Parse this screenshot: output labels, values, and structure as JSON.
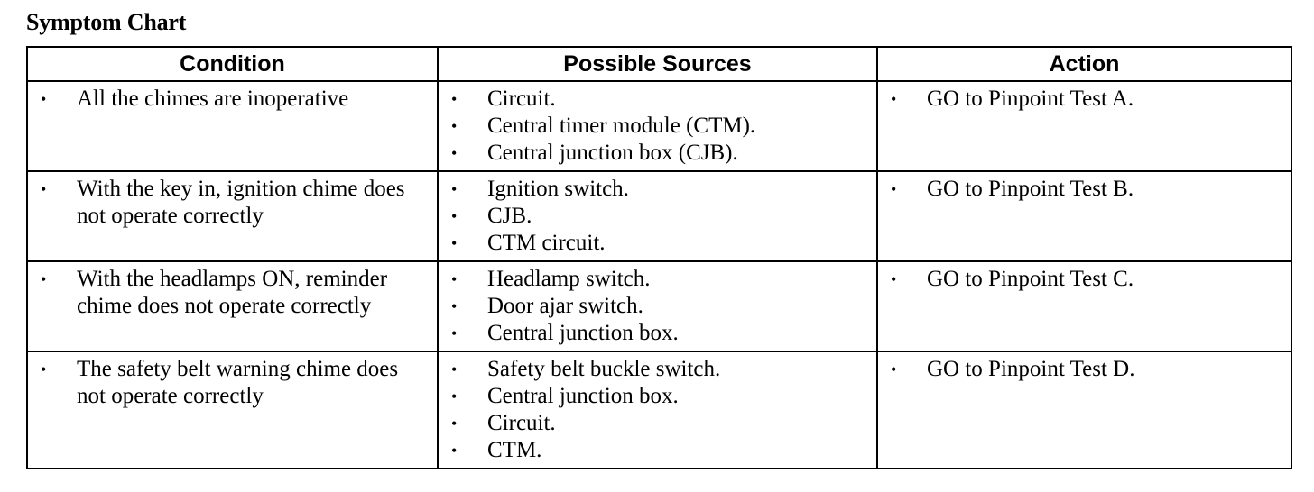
{
  "title": "Symptom Chart",
  "headers": {
    "condition": "Condition",
    "sources": "Possible Sources",
    "action": "Action"
  },
  "rows": [
    {
      "condition": "All the chimes are inoperative",
      "sources": [
        "Circuit.",
        "Central timer module (CTM).",
        "Central junction box (CJB)."
      ],
      "action": "GO to Pinpoint Test A."
    },
    {
      "condition": "With the key in, ignition chime does not operate correctly",
      "sources": [
        "Ignition switch.",
        "CJB.",
        "CTM circuit."
      ],
      "action": "GO to Pinpoint Test B."
    },
    {
      "condition": "With the headlamps ON, reminder chime does not operate correctly",
      "sources": [
        "Headlamp switch.",
        "Door ajar switch.",
        "Central junction box."
      ],
      "action": "GO to Pinpoint Test C."
    },
    {
      "condition": "The safety belt warning chime does not operate correctly",
      "sources": [
        "Safety belt buckle switch.",
        "Central junction box.",
        "Circuit.",
        "CTM."
      ],
      "action": "GO to Pinpoint Test D."
    }
  ]
}
